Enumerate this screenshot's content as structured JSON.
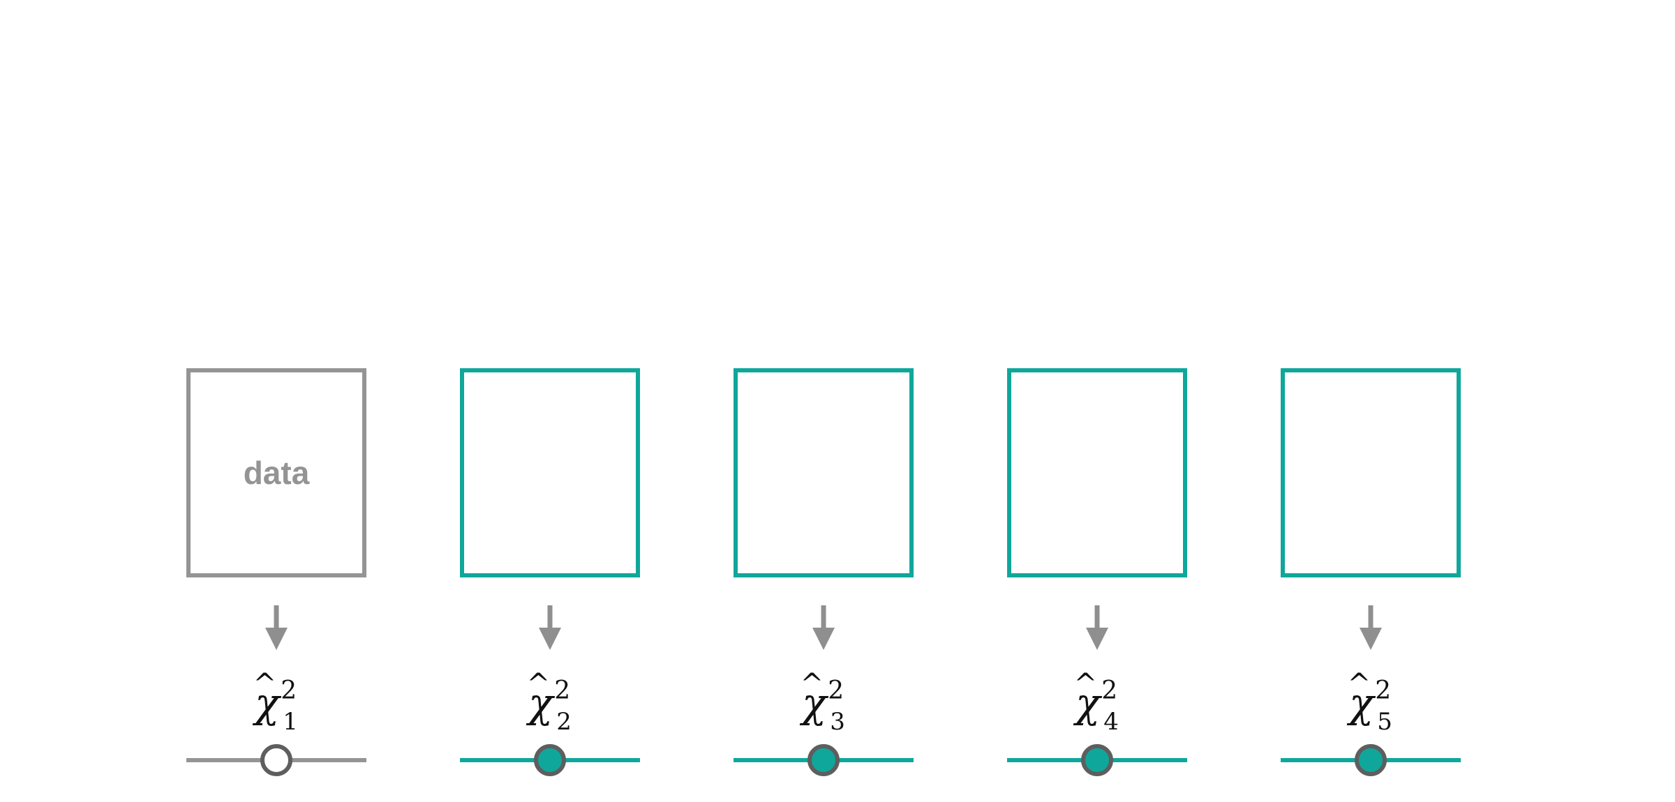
{
  "colors": {
    "observed": "#949494",
    "simulated": "#0fa79b",
    "knob_border": "#5e5e5e",
    "arrow": "#8f8f8f",
    "background": "#ffffff"
  },
  "columns": [
    {
      "kind": "observed",
      "box_label": "data",
      "stat_subscript": "1",
      "stat_base": "χ",
      "stat_superscript": "2",
      "hat": "^",
      "slider_level": 0.5,
      "knob_filled": false,
      "arrow_icon": "down-arrow-icon"
    },
    {
      "kind": "simulated",
      "box_label": "",
      "stat_subscript": "2",
      "stat_base": "χ",
      "stat_superscript": "2",
      "hat": "^",
      "slider_level": 0.5,
      "knob_filled": true,
      "arrow_icon": "down-arrow-icon"
    },
    {
      "kind": "simulated",
      "box_label": "",
      "stat_subscript": "3",
      "stat_base": "χ",
      "stat_superscript": "2",
      "hat": "^",
      "slider_level": 0.5,
      "knob_filled": true,
      "arrow_icon": "down-arrow-icon"
    },
    {
      "kind": "simulated",
      "box_label": "",
      "stat_subscript": "4",
      "stat_base": "χ",
      "stat_superscript": "2",
      "hat": "^",
      "slider_level": 0.5,
      "knob_filled": true,
      "arrow_icon": "down-arrow-icon"
    },
    {
      "kind": "simulated",
      "box_label": "",
      "stat_subscript": "5",
      "stat_base": "χ",
      "stat_superscript": "2",
      "hat": "^",
      "slider_level": 0.5,
      "knob_filled": true,
      "arrow_icon": "down-arrow-icon"
    }
  ]
}
